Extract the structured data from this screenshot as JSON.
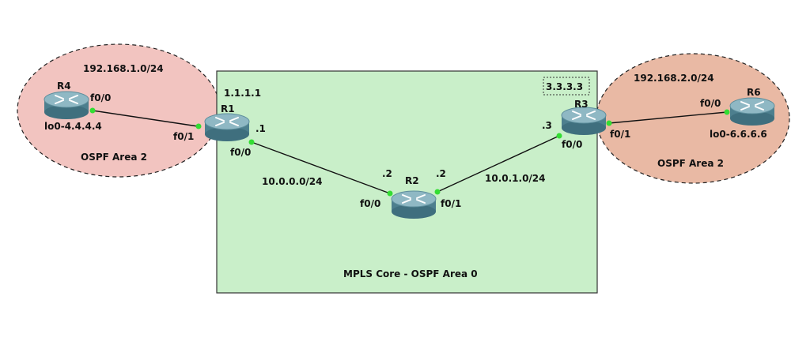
{
  "colors": {
    "core_fill": "#c9efc9",
    "core_stroke": "#333333",
    "area2_left_fill": "#f2c4c0",
    "area2_right_fill": "#e9b9a4",
    "link": "#111111",
    "port": "#33dd33",
    "router_top": "#8fb8c4",
    "router_side": "#4d7f8e"
  },
  "icons": {
    "router": "router-icon"
  },
  "core": {
    "label": "MPLS Core - OSPF Area 0"
  },
  "left_area": {
    "network": "192.168.1.0/24",
    "label": "OSPF Area 2"
  },
  "right_area": {
    "network": "192.168.2.0/24",
    "label": "OSPF Area 2"
  },
  "routers": {
    "r1": {
      "name": "R1",
      "loopback": "1.1.1.1"
    },
    "r2": {
      "name": "R2"
    },
    "r3": {
      "name": "R3",
      "loopback": "3.3.3.3"
    },
    "r4": {
      "name": "R4",
      "loopback": "lo0-4.4.4.4"
    },
    "r6": {
      "name": "R6",
      "loopback": "lo0-6.6.6.6"
    }
  },
  "links": {
    "r4_r1": {
      "r4_port": "f0/0",
      "r1_port": "f0/1"
    },
    "r1_r2": {
      "network": "10.0.0.0/24",
      "r1_port": "f0/0",
      "r1_host": ".1",
      "r2_port": "f0/0",
      "r2_host": ".2"
    },
    "r2_r3": {
      "network": "10.0.1.0/24",
      "r2_port": "f0/1",
      "r2_host": ".2",
      "r3_port": "f0/0",
      "r3_host": ".3"
    },
    "r3_r6": {
      "r3_port": "f0/1",
      "r6_port": "f0/0"
    }
  }
}
